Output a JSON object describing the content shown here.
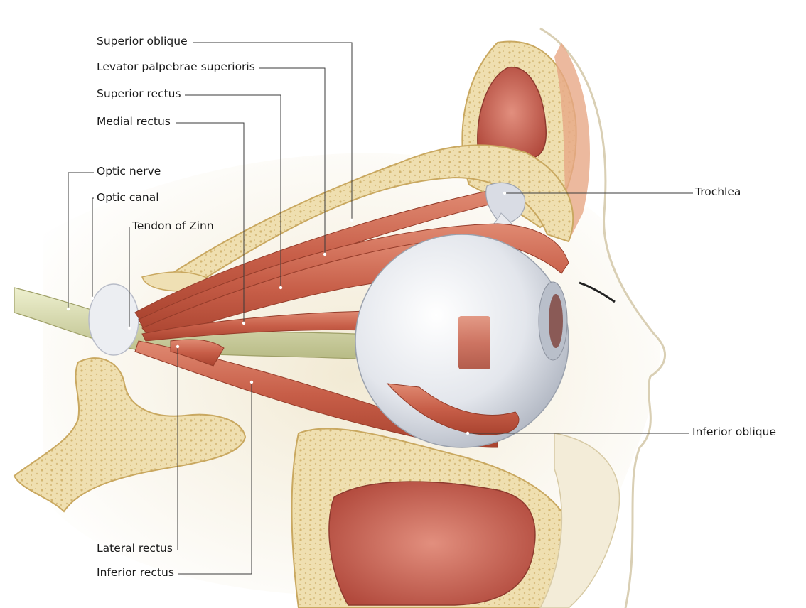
{
  "labels": {
    "superior_oblique": "Superior oblique",
    "levator_palpebrae_superioris": "Levator palpebrae superioris",
    "superior_rectus": "Superior rectus",
    "medial_rectus": "Medial rectus",
    "optic_nerve": "Optic nerve",
    "optic_canal": "Optic canal",
    "tendon_of_zinn": "Tendon of Zinn",
    "trochlea": "Trochlea",
    "inferior_oblique": "Inferior oblique",
    "lateral_rectus": "Lateral rectus",
    "inferior_rectus": "Inferior rectus"
  },
  "colors": {
    "bone": "#efe0b4",
    "bone_texture": "#d8be82",
    "muscle": "#c9604a",
    "muscle_light": "#df8f78",
    "tendon": "#e8e8ec",
    "nerve": "#d4d6ae",
    "globe": "#e6e8ee",
    "sinus": "#c45a4c",
    "soft_tissue": "#f5efdd"
  }
}
